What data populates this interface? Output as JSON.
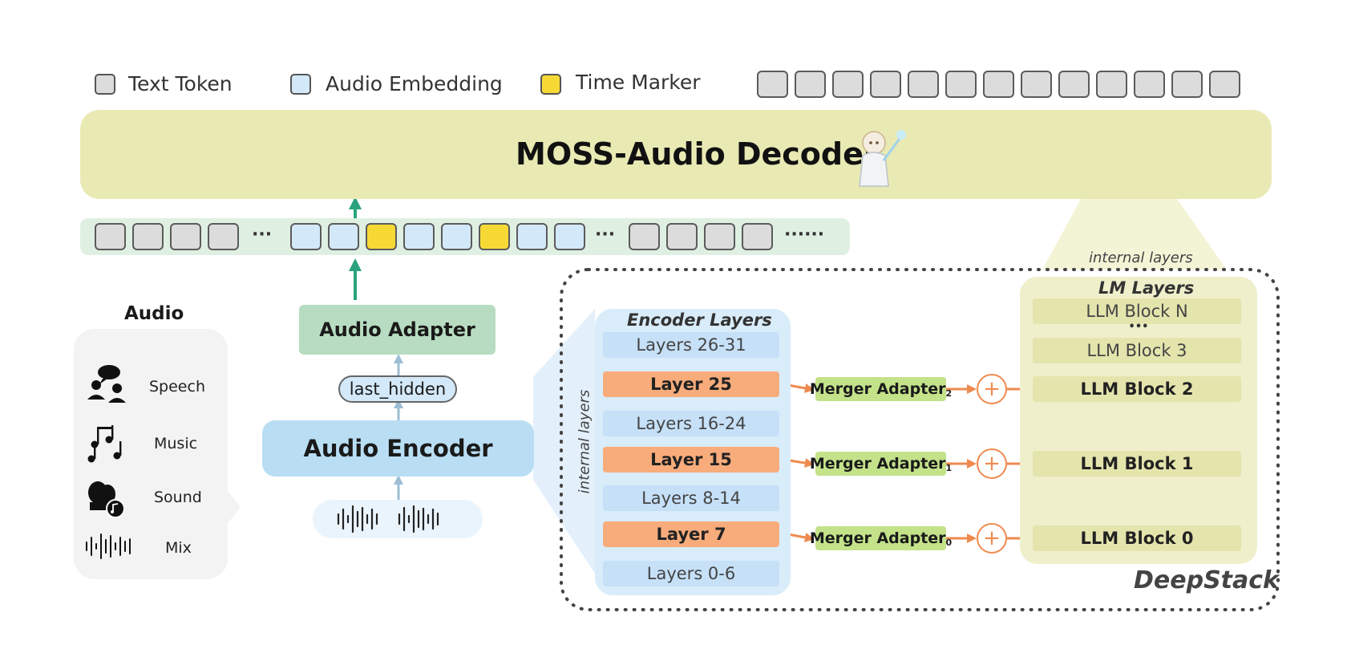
{
  "legend": {
    "text_token": "Text Token",
    "audio_embedding": "Audio Embedding",
    "time_marker": "Time Marker"
  },
  "decoder": {
    "title": "MOSS-Audio Decoder",
    "mascot_icon": "mascot-icon"
  },
  "sequence": {
    "groups": [
      [
        "text",
        "text",
        "text",
        "text"
      ],
      [
        "audio",
        "audio",
        "time",
        "audio",
        "audio",
        "time",
        "audio",
        "audio"
      ],
      [
        "text",
        "text",
        "text",
        "text"
      ]
    ],
    "ellipsis_short": "···",
    "ellipsis_long": "······"
  },
  "output_tokens_count": 13,
  "audio_adapter": "Audio Adapter",
  "last_hidden": "last_hidden",
  "audio_encoder": "Audio Encoder",
  "audio_panel": {
    "title": "Audio",
    "items": [
      {
        "label": "Speech",
        "icon": "speech-icon"
      },
      {
        "label": "Music",
        "icon": "music-icon"
      },
      {
        "label": "Sound",
        "icon": "sound-icon"
      },
      {
        "label": "Mix",
        "icon": "waveform-icon"
      }
    ]
  },
  "encoder_layers": {
    "title": "Encoder Layers",
    "side_label": "internal layers",
    "layers": [
      "Layers 26-31",
      "Layer 25",
      "Layers 16-24",
      "Layer 15",
      "Layers 8-14",
      "Layer 7",
      "Layers 0-6"
    ]
  },
  "mergers": {
    "name": "Merger Adapter",
    "subscripts": [
      "2",
      "1",
      "0"
    ],
    "plus": "+"
  },
  "lm_layers": {
    "title": "LM Layers",
    "top_label": "internal layers",
    "blocks": [
      "LLM Block N",
      "LLM Block 3",
      "LLM Block 2",
      "LLM Block 1",
      "LLM Block 0"
    ],
    "vdots": "•••"
  },
  "deepstack": "DeepStack",
  "colors": {
    "decoder_bg": "#e9e9b4",
    "audio_token": "#d3e8f8",
    "time_marker": "#f7d935",
    "text_token": "#dcdcdc",
    "highlight_layer": "#f8ac7b",
    "merger": "#c3e28a",
    "arrow_green": "#2aa37c",
    "arrow_orange": "#ef8a4f"
  }
}
